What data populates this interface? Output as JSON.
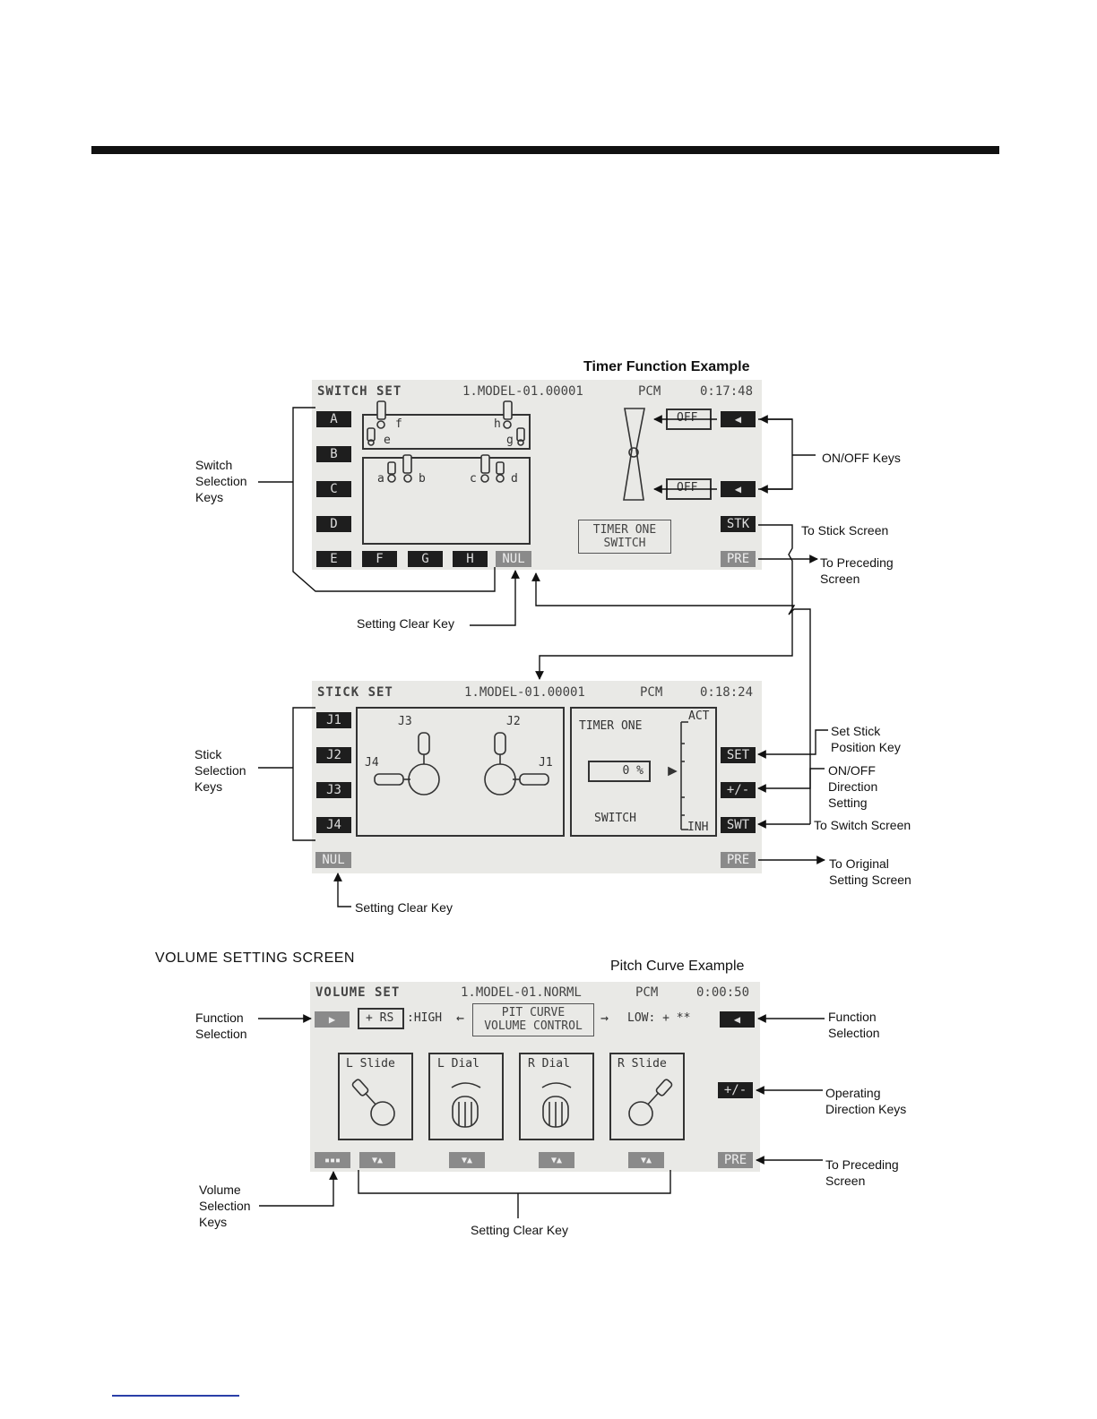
{
  "sections": {
    "timer_example": "Timer Function Example",
    "volume_screen": "VOLUME SETTING SCREEN",
    "pitch_example": "Pitch Curve Example"
  },
  "switch_screen": {
    "title": "SWITCH SET",
    "model": "1.MODEL-01.00001",
    "mode": "PCM",
    "time": "0:17:48",
    "keys_left": [
      "A",
      "B",
      "C",
      "D"
    ],
    "keys_bottom": [
      "E",
      "F",
      "G",
      "H",
      "NUL"
    ],
    "switch_letters": [
      "f",
      "e",
      "h",
      "g",
      "a",
      "b",
      "c",
      "d"
    ],
    "off_label": "OFF",
    "timer_box_line1": "TIMER  ONE",
    "timer_box_line2": "SWITCH",
    "stk_key": "STK",
    "pre_key": "PRE"
  },
  "stick_screen": {
    "title": "STICK SET",
    "model": "1.MODEL-01.00001",
    "mode": "PCM",
    "time": "0:18:24",
    "keys_left": [
      "J1",
      "J2",
      "J3",
      "J4"
    ],
    "nul_key": "NUL",
    "stick_labels": [
      "J3",
      "J2",
      "J4",
      "J1"
    ],
    "timer_label": "TIMER  ONE",
    "act_label": "ACT",
    "inh_label": "INH",
    "percent_value": "0 %",
    "switch_label": "SWITCH",
    "set_key": "SET",
    "plusminus_key": "+/-",
    "swt_key": "SWT",
    "pre_key": "PRE"
  },
  "volume_screen": {
    "title": "VOLUME SET",
    "model": "1.MODEL-01.NORML",
    "mode": "PCM",
    "time": "0:00:50",
    "rs_box": "+ RS",
    "high_text": ":HIGH",
    "curve_line1": "PIT  CURVE",
    "curve_line2": "VOLUME CONTROL",
    "low_text": "LOW: + **",
    "volumes": [
      "L Slide",
      "L Dial",
      "R Dial",
      "R Slide"
    ],
    "plusminus_key": "+/-",
    "pre_key": "PRE"
  },
  "annotations": {
    "switch_selection_keys": [
      "Switch",
      "Selection",
      "Keys"
    ],
    "on_off_keys": "ON/OFF Keys",
    "to_stick_screen": "To Stick Screen",
    "to_preceding_screen_1": [
      "To Preceding",
      "Screen"
    ],
    "setting_clear_key_1": "Setting Clear Key",
    "stick_selection_keys": [
      "Stick",
      "Selection",
      "Keys"
    ],
    "set_stick_position_key": [
      "Set Stick",
      "Position Key"
    ],
    "on_off_direction": [
      "ON/OFF",
      "Direction",
      "Setting"
    ],
    "to_switch_screen": "To Switch Screen",
    "to_original_setting": [
      "To Original",
      "Setting Screen"
    ],
    "setting_clear_key_2": "Setting Clear Key",
    "function_selection_left": [
      "Function",
      "Selection"
    ],
    "function_selection_right": [
      "Function",
      "Selection"
    ],
    "operating_direction_keys": [
      "Operating",
      "Direction Keys"
    ],
    "to_preceding_screen_2": [
      "To Preceding",
      "Screen"
    ],
    "volume_selection_keys": [
      "Volume",
      "Selection",
      "Keys"
    ],
    "setting_clear_key_3": "Setting Clear Key"
  }
}
